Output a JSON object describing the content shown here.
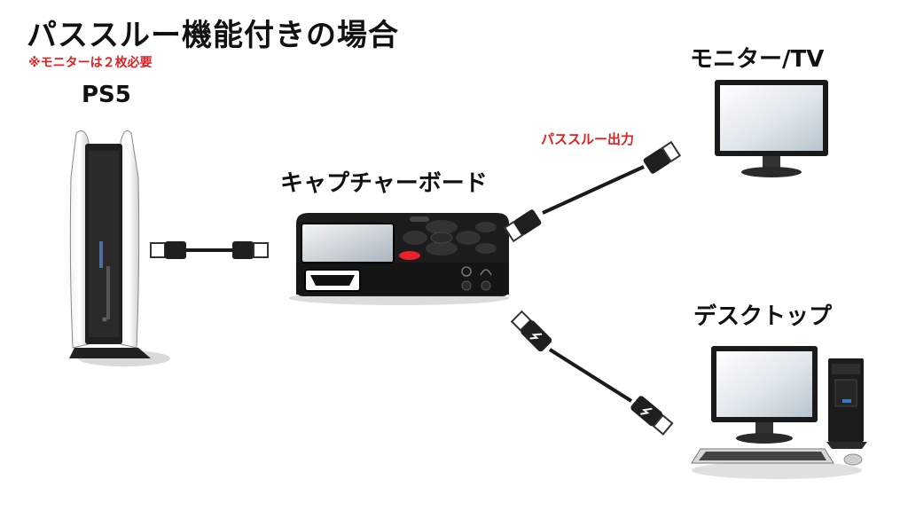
{
  "title": "パススルー機能付きの場合",
  "note": "※モニターは２枚必要",
  "labels": {
    "ps5": "PS5",
    "capture_board": "キャプチャーボード",
    "monitor": "モニター/TV",
    "desktop": "デスクトップ",
    "passthrough_output": "パススルー出力"
  },
  "colors": {
    "accent_red": "#e02020",
    "device_black": "#1c1c1c",
    "screen_light": "#dfe6ec",
    "record_button": "#e8202a"
  },
  "icons": [
    "ps5-console-icon",
    "capture-board-icon",
    "monitor-icon",
    "desktop-pc-icon",
    "hdmi-cable-icon",
    "usb-cable-icon"
  ]
}
